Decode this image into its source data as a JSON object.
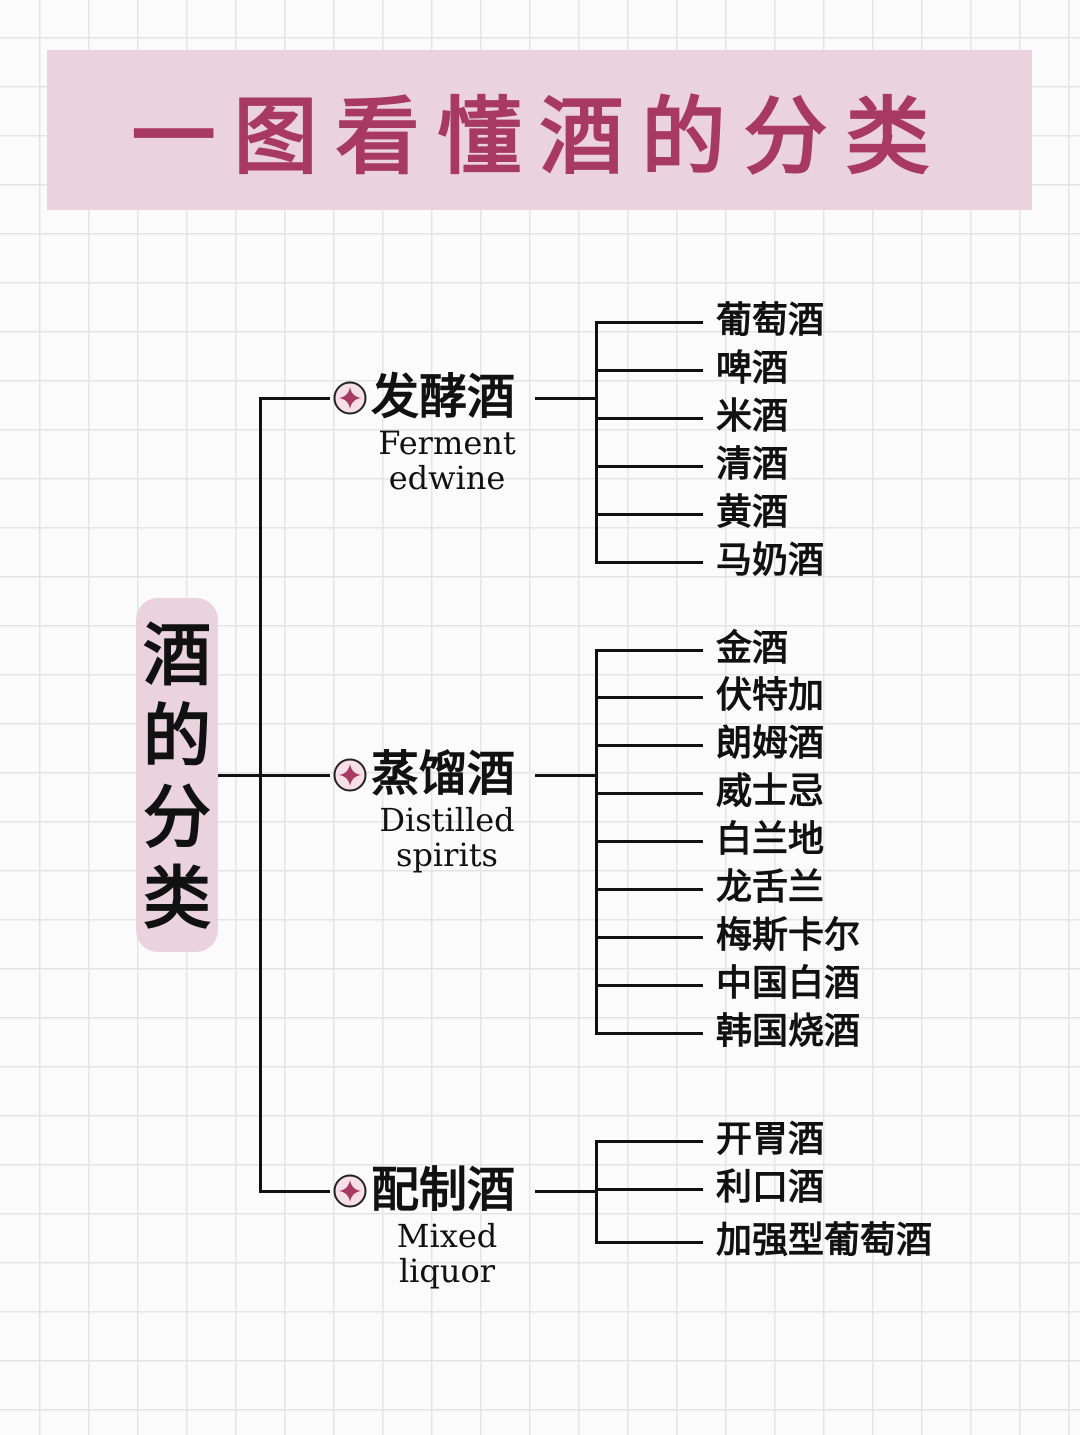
{
  "title": "一图看懂酒的分类",
  "root": {
    "label": "酒的分类"
  },
  "colors": {
    "accent": "#a83a62",
    "banner_bg": "#ead3dc",
    "line": "#111111",
    "grid": "#e4e4e4"
  },
  "icon": "four-point-star-icon",
  "categories": [
    {
      "name": "发酵酒",
      "english": "Ferment\nedwine",
      "items": [
        "葡萄酒",
        "啤酒",
        "米酒",
        "清酒",
        "黄酒",
        "马奶酒"
      ]
    },
    {
      "name": "蒸馏酒",
      "english": "Distilled\nspirits",
      "items": [
        "金酒",
        "伏特加",
        "朗姆酒",
        "威士忌",
        "白兰地",
        "龙舌兰",
        "梅斯卡尔",
        "中国白酒",
        "韩国烧酒"
      ]
    },
    {
      "name": "配制酒",
      "english": "Mixed\nliquor",
      "items": [
        "开胃酒",
        "利口酒",
        "加强型葡萄酒"
      ]
    }
  ]
}
